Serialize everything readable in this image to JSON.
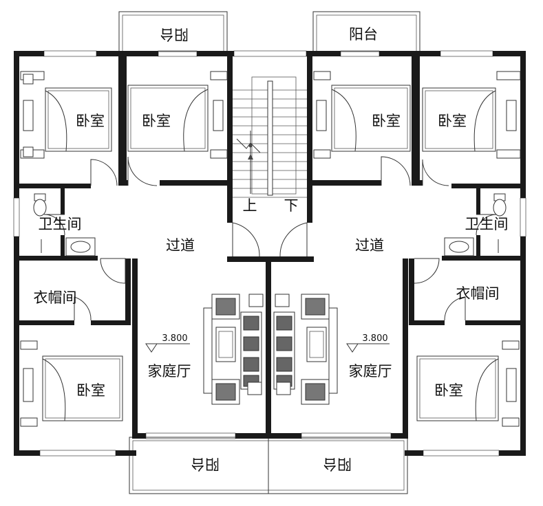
{
  "rooms": {
    "balcony_top_left": "阳台",
    "balcony_top_right": "阳台",
    "bedroom_1": "卧室",
    "bedroom_2": "卧室",
    "bedroom_3": "卧室",
    "bedroom_4": "卧室",
    "bedroom_5": "卧室",
    "bedroom_6": "卧室",
    "bathroom_left": "卫生间",
    "bathroom_right": "卫生间",
    "corridor_left": "过道",
    "corridor_right": "过道",
    "closet_left": "衣帽间",
    "closet_right": "衣帽间",
    "living_left": "家庭厅",
    "living_right": "家庭厅",
    "balcony_bottom_left": "阳台",
    "balcony_bottom_right": "阳台"
  },
  "stairs": {
    "up": "上",
    "down": "下"
  },
  "levels": {
    "left": "3.800",
    "right": "3.800"
  }
}
